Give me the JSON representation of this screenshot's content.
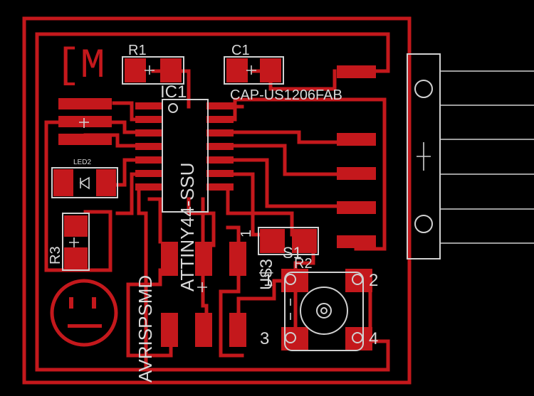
{
  "colors": {
    "background": "#000000",
    "copper": "#c4181c",
    "silkscreen": "#d0d0d0"
  },
  "labels": {
    "logo": "[M",
    "r1": "R1",
    "c1": "C1",
    "ic1": "IC1",
    "cap_value": "CAP-US1206FAB",
    "mcu": "ATTINY44-SSU",
    "led2": "LED2",
    "r3": "R3",
    "r2": "R2",
    "isp": "AVRISPSMD",
    "u3": "U$3",
    "s1": "S1",
    "pin1_marker": "1",
    "sw_pin1": "1",
    "sw_pin2": "2",
    "sw_pin3": "3",
    "sw_pin4": "4"
  },
  "icons": [
    "smiley-face-icon",
    "pushbutton-switch-icon",
    "header-connector-icon"
  ]
}
